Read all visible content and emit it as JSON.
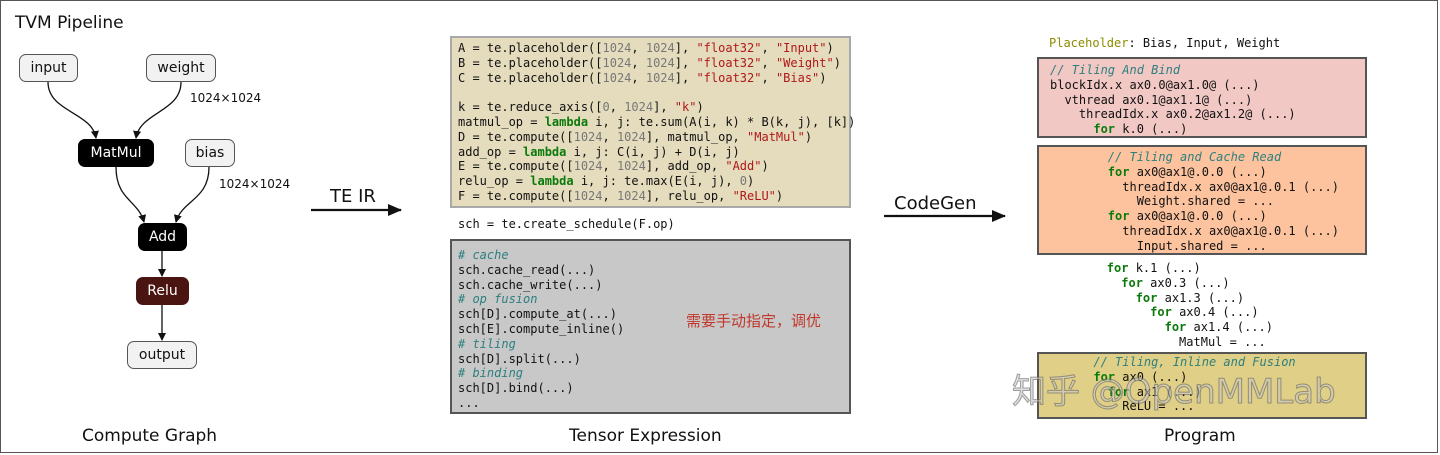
{
  "title": "TVM Pipeline",
  "graph": {
    "nodes": {
      "input": "input",
      "weight": "weight",
      "matmul": "MatMul",
      "bias": "bias",
      "add": "Add",
      "relu": "Relu",
      "output": "output"
    },
    "dim_weight": "1024×1024",
    "dim_bias": "1024×1024",
    "caption": "Compute Graph"
  },
  "te_ir_label": "TE IR",
  "codegen_label": "CodeGen",
  "tensor_expression": {
    "caption": "Tensor Expression",
    "lines": [
      "A = te.placeholder([1024, 1024], \"float32\", \"Input\")",
      "B = te.placeholder([1024, 1024], \"float32\", \"Weight\")",
      "C = te.placeholder([1024, 1024], \"float32\", \"Bias\")",
      "",
      "k = te.reduce_axis([0, 1024], \"k\")",
      "matmul_op = lambda i, j: te.sum(A(i, k) * B(k, j), [k])",
      "D = te.compute([1024, 1024], matmul_op, \"MatMul\")",
      "add_op = lambda i, j: C(i, j) + D(i, j)",
      "E = te.compute([1024, 1024], add_op, \"Add\")",
      "relu_op = lambda i, j: te.max(E(i, j), 0)",
      "F = te.compute([1024, 1024], relu_op, \"ReLU\")"
    ],
    "schedule_line": "sch = te.create_schedule(F.op)",
    "schedule_lines": [
      "# cache",
      "sch.cache_read(...)",
      "sch.cache_write(...)",
      "# op fusion",
      "sch[D].compute_at(...)",
      "sch[E].compute_inline()",
      "# tiling",
      "sch[D].split(...)",
      "# binding",
      "sch[D].bind(...)",
      "..."
    ],
    "note": "需要手动指定，调优"
  },
  "program": {
    "caption": "Program",
    "placeholder_label": "Placeholder",
    "placeholder_value": ": Bias, Input, Weight",
    "tiling_bind": [
      "// Tiling And Bind",
      "blockIdx.x ax0.0@ax1.0@ (...)",
      "  vthread ax0.1@ax1.1@ (...)",
      "    threadIdx.x ax0.2@ax1.2@ (...)",
      "      for k.0 (...)"
    ],
    "tiling_cache": [
      "        // Tiling and Cache Read",
      "        for ax0@ax1@.0.0 (...)",
      "          threadIdx.x ax0@ax1@.0.1 (...)",
      "            Weight.shared = ...",
      "        for ax0@ax1@.0.0 (...)",
      "          threadIdx.x ax0@ax1@.0.1 (...)",
      "            Input.shared = ..."
    ],
    "loops": [
      "        for k.1 (...)",
      "          for ax0.3 (...)",
      "            for ax1.3 (...)",
      "              for ax0.4 (...)",
      "                for ax1.4 (...)",
      "                  MatMul = ..."
    ],
    "fusion": [
      "      // Tiling, Inline and Fusion",
      "      for ax0 (...)",
      "        for ax1 (...)",
      "          ReLU = ..."
    ]
  },
  "watermark": "知乎 @OpenMMLab"
}
